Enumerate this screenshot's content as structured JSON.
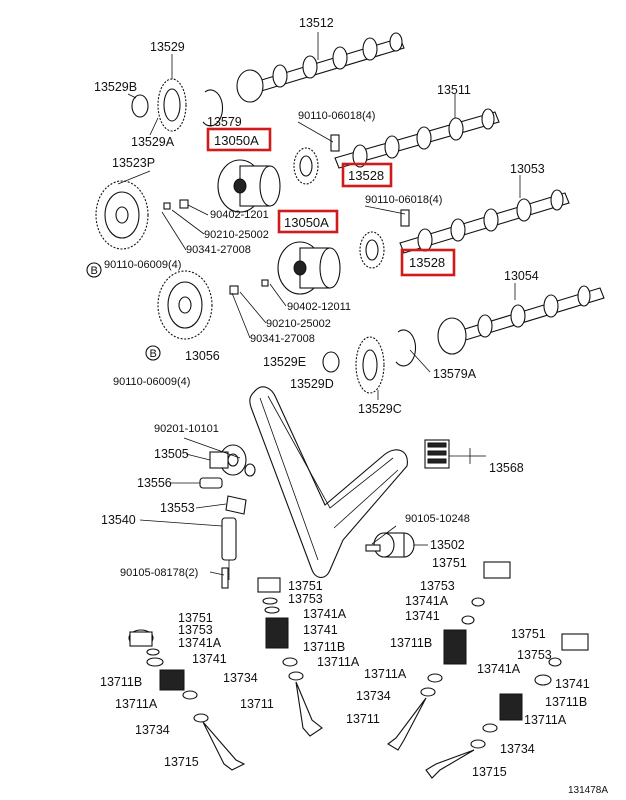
{
  "labels": {
    "p13512": "13512",
    "p13529": "13529",
    "p13529b": "13529B",
    "p13529a": "13529A",
    "p13579": "13579",
    "p13050a_1": "13050A",
    "p13511": "13511",
    "p90110_06018_1": "90110-06018(4)",
    "p13528_1": "13528",
    "p13523p": "13523P",
    "p90402_1201": "90402-1201",
    "p90210_25002_1": "90210-25002",
    "p90341_27008_1": "90341-27008",
    "p90110_06009_1": "90110-06009(4)",
    "p13053": "13053",
    "p90110_06018_2": "90110-06018(4)",
    "p13050a_2": "13050A",
    "p13528_2": "13528",
    "p13054": "13054",
    "p90402_12011": "90402-12011",
    "p90210_25002_2": "90210-25002",
    "p90341_27008_2": "90341-27008",
    "p13056": "13056",
    "p90110_06009_2": "90110-06009(4)",
    "p13529e": "13529E",
    "p13529d": "13529D",
    "p13579a": "13579A",
    "p13529c": "13529C",
    "p90201_10101": "90201-10101",
    "p13505": "13505",
    "p13556": "13556",
    "p13553": "13553",
    "p13540": "13540",
    "p13568": "13568",
    "p90105_10248": "90105-10248",
    "p13502": "13502",
    "p90105_08178": "90105-08178(2)",
    "c_13751": "13751",
    "c_13753": "13753",
    "c_13741a": "13741A",
    "c_13741": "13741",
    "c_13711b": "13711B",
    "c_13711a": "13711A",
    "c_13734": "13734",
    "c_13711": "13711",
    "r_13751": "13751",
    "r_13753": "13753",
    "r_13741a": "13741A",
    "r_13741": "13741",
    "r_13711b": "13711B",
    "r_13711a": "13711A",
    "r_13734": "13734",
    "r_13711": "13711",
    "l_13751": "13751",
    "l_13753": "13753",
    "l_13741a": "13741A",
    "l_13741": "13741",
    "l_13711b": "13711B",
    "l_13711a": "13711A",
    "l_13734": "13734",
    "l_13715": "13715",
    "rr_13751": "13751",
    "rr_13753": "13753",
    "rr_13741a": "13741A",
    "rr_13741": "13741",
    "rr_13711b": "13711B",
    "rr_13711a": "13711A",
    "rr_13734": "13734",
    "rr_13715": "13715",
    "mark_b1": "B",
    "mark_b2": "B",
    "diagram_id": "131478A"
  },
  "highlight_color": "#d11a1a"
}
